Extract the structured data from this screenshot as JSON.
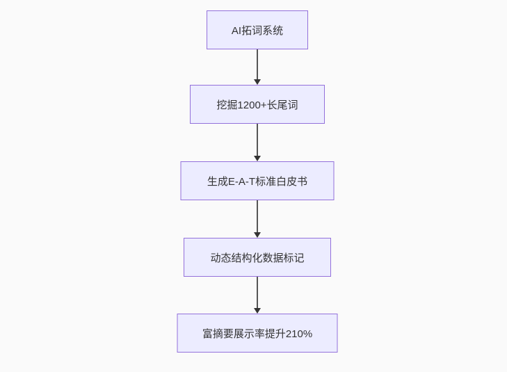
{
  "flowchart": {
    "type": "flowchart",
    "direction": "top-down",
    "nodes": [
      {
        "id": "n1",
        "label": "AI拓词系统"
      },
      {
        "id": "n2",
        "label": "挖掘1200+长尾词"
      },
      {
        "id": "n3",
        "label": "生成E-A-T标准白皮书"
      },
      {
        "id": "n4",
        "label": "动态结构化数据标记"
      },
      {
        "id": "n5",
        "label": "富摘要展示率提升210%"
      }
    ],
    "edges": [
      {
        "from": "n1",
        "to": "n2",
        "label": ""
      },
      {
        "from": "n2",
        "to": "n3",
        "label": ""
      },
      {
        "from": "n3",
        "to": "n4",
        "label": ""
      },
      {
        "from": "n4",
        "to": "n5",
        "label": ""
      }
    ]
  },
  "colors": {
    "background": "#fafafa",
    "node_fill": "#ECECFF",
    "node_border": "#9370DB",
    "arrow": "#555555",
    "arrow_head": "#333333",
    "text": "#333333"
  }
}
